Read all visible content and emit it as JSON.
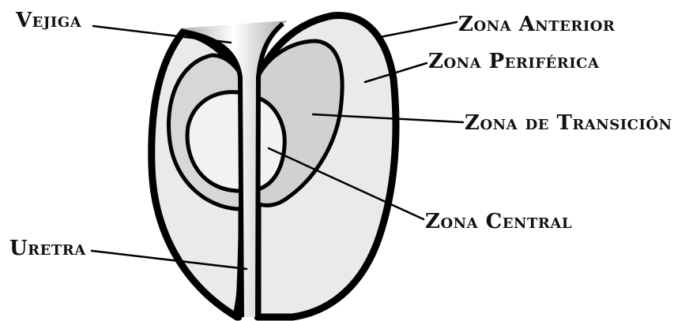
{
  "labels": {
    "vejiga": "Vejiga",
    "uretra": "Uretra",
    "zona_anterior": "Zona Anterior",
    "zona_periferica": "Zona Periférica",
    "zona_transicion": "Zona de Transición",
    "zona_central": "Zona Central"
  },
  "colors": {
    "outline": "#000000",
    "peripheral_fill": "#e9eaeb",
    "transition_fill": "#d0d1d3",
    "central_fill": "#f1f2f1",
    "urethra_light": "#ffffff",
    "urethra_dark": "#b9b9b9",
    "text": "#111111"
  }
}
